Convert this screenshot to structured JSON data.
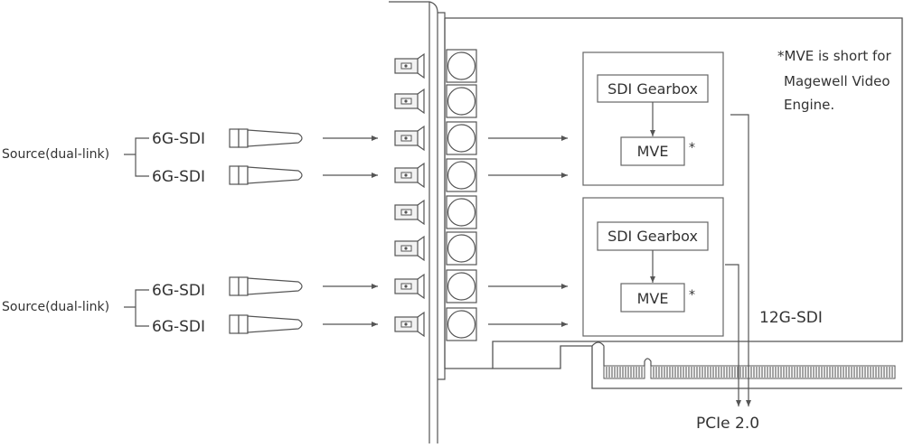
{
  "sources": [
    {
      "label": "Source(dual-link)",
      "links": [
        "6G-SDI",
        "6G-SDI"
      ]
    },
    {
      "label": "Source(dual-link)",
      "links": [
        "6G-SDI",
        "6G-SDI"
      ]
    }
  ],
  "processors": [
    {
      "gearbox": "SDI Gearbox",
      "engine": "MVE",
      "engine_mark": "*"
    },
    {
      "gearbox": "SDI Gearbox",
      "engine": "MVE",
      "engine_mark": "*"
    }
  ],
  "note": {
    "lines": [
      "*MVE is short for",
      "Magewell Video",
      "Engine."
    ]
  },
  "output_label": "12G-SDI",
  "bus_label": "PCIe 2.0"
}
